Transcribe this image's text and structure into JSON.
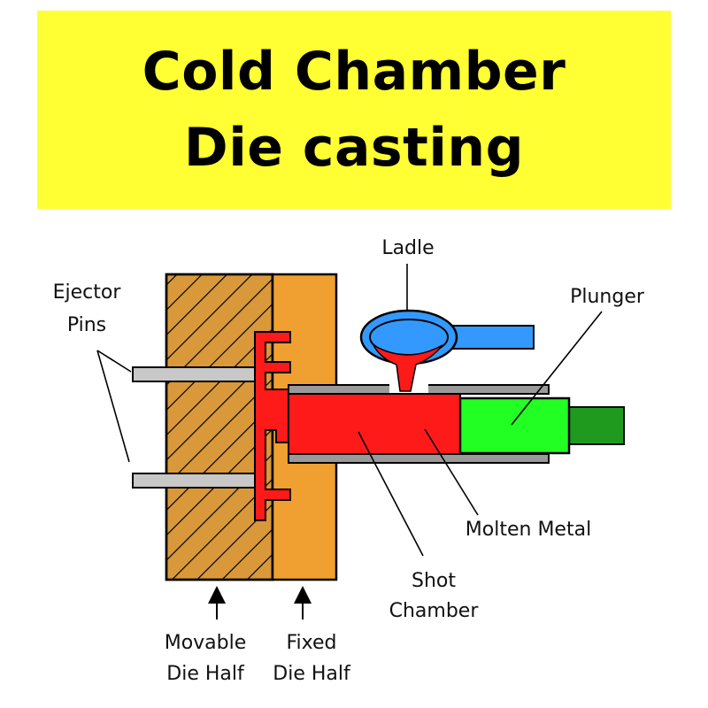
{
  "title": {
    "line1": "Cold Chamber",
    "line2": "Die casting"
  },
  "labels": {
    "ladle": "Ladle",
    "plunger": "Plunger",
    "ejector_pins": [
      "Ejector",
      "Pins"
    ],
    "molten_metal": "Molten Metal",
    "shot_chamber": [
      "Shot",
      "Chamber"
    ],
    "movable_die_half": [
      "Movable",
      "Die Half"
    ],
    "fixed_die_half": [
      "Fixed",
      "Die Half"
    ]
  },
  "colors": {
    "banner": "#ffff33",
    "movable_die": "#d9993a",
    "fixed_die": "#f0a030",
    "molten_metal": "#ff1a1a",
    "plunger": "#22ff22",
    "plunger_rod": "#1f9a1f",
    "ladle": "#3399ff",
    "chamber_wall": "#9a9a9a",
    "ejector_pin": "#c8c8c8"
  }
}
